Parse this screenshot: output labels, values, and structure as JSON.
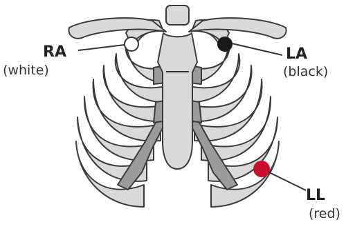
{
  "electrodes": [
    {
      "code": "RA",
      "color_name": "(white)",
      "fill": "#ffffff",
      "stroke": "#333333"
    },
    {
      "code": "LA",
      "color_name": "(black)",
      "fill": "#1a1a1a",
      "stroke": "#1a1a1a"
    },
    {
      "code": "LL",
      "color_name": "(red)",
      "fill": "#c8102e",
      "stroke": "#c8102e"
    }
  ],
  "colors": {
    "bone": "#d9d9d9",
    "cartilage": "#9b9b9b",
    "outline": "#3a3a3a"
  }
}
